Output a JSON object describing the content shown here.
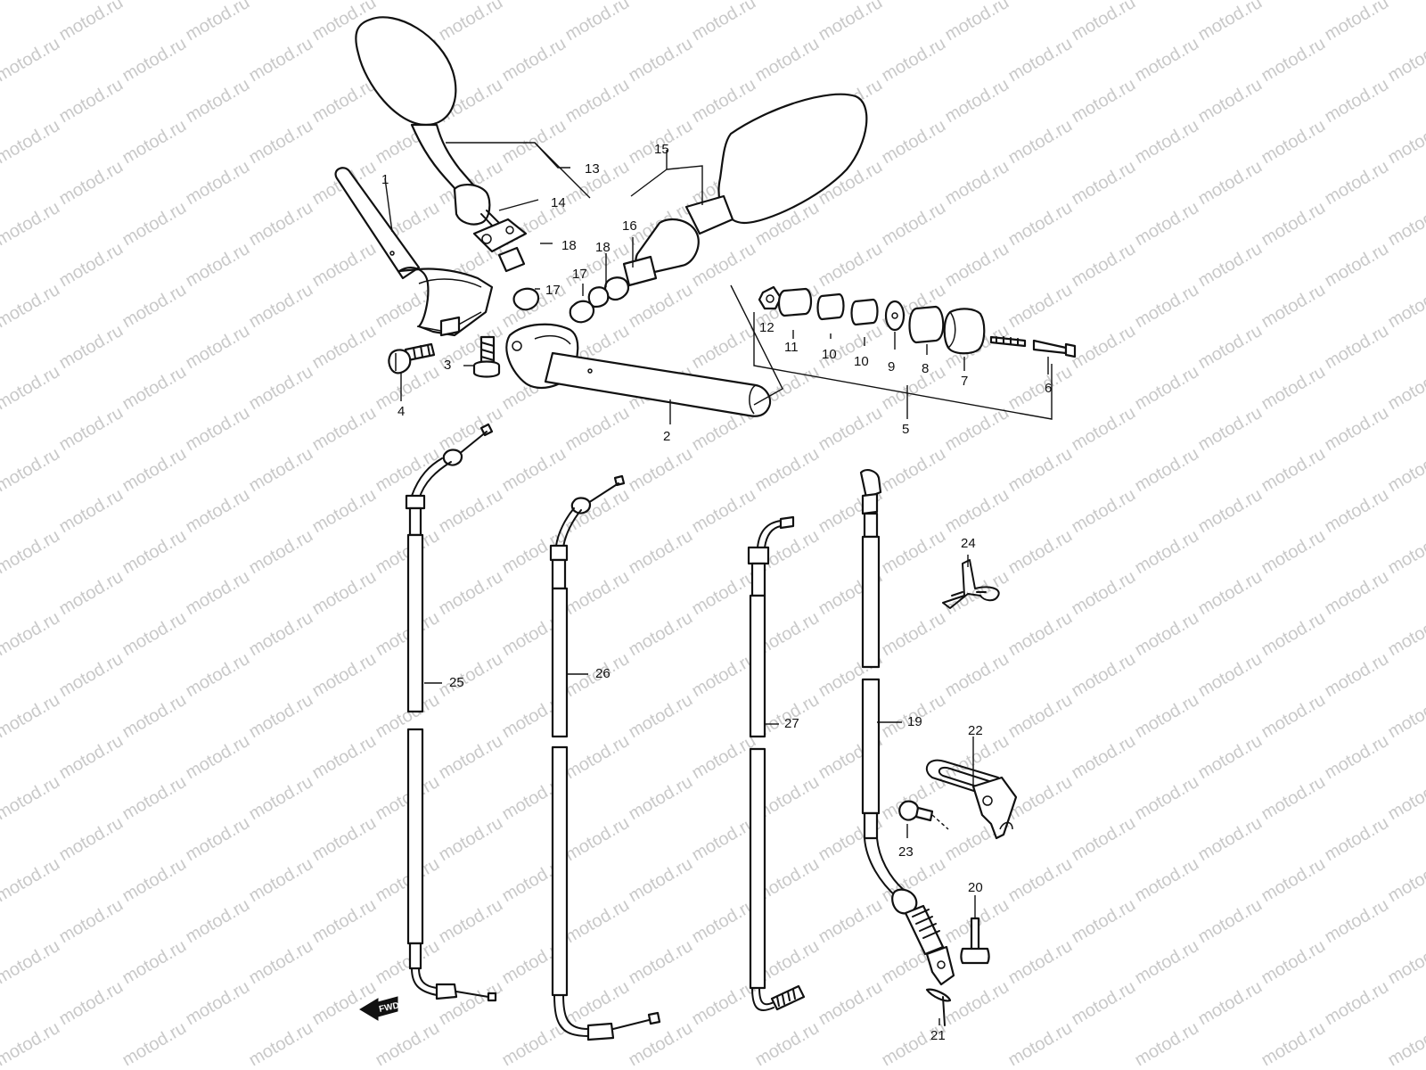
{
  "watermark": {
    "text": "motod.ru",
    "color": "#c9c9c9"
  },
  "fwd_marker": {
    "text": "FWD"
  },
  "callouts": [
    {
      "id": "1",
      "label": "1"
    },
    {
      "id": "2",
      "label": "2"
    },
    {
      "id": "3",
      "label": "3"
    },
    {
      "id": "4",
      "label": "4"
    },
    {
      "id": "5",
      "label": "5"
    },
    {
      "id": "6",
      "label": "6"
    },
    {
      "id": "7",
      "label": "7"
    },
    {
      "id": "8",
      "label": "8"
    },
    {
      "id": "9",
      "label": "9"
    },
    {
      "id": "10a",
      "label": "10"
    },
    {
      "id": "10b",
      "label": "10"
    },
    {
      "id": "11",
      "label": "11"
    },
    {
      "id": "12",
      "label": "12"
    },
    {
      "id": "13",
      "label": "13"
    },
    {
      "id": "14",
      "label": "14"
    },
    {
      "id": "15",
      "label": "15"
    },
    {
      "id": "16",
      "label": "16"
    },
    {
      "id": "17a",
      "label": "17"
    },
    {
      "id": "17b",
      "label": "17"
    },
    {
      "id": "18a",
      "label": "18"
    },
    {
      "id": "18b",
      "label": "18"
    },
    {
      "id": "19",
      "label": "19"
    },
    {
      "id": "20",
      "label": "20"
    },
    {
      "id": "21",
      "label": "21"
    },
    {
      "id": "22",
      "label": "22"
    },
    {
      "id": "23",
      "label": "23"
    },
    {
      "id": "24",
      "label": "24"
    },
    {
      "id": "25",
      "label": "25"
    },
    {
      "id": "26",
      "label": "26"
    },
    {
      "id": "27",
      "label": "27"
    }
  ]
}
